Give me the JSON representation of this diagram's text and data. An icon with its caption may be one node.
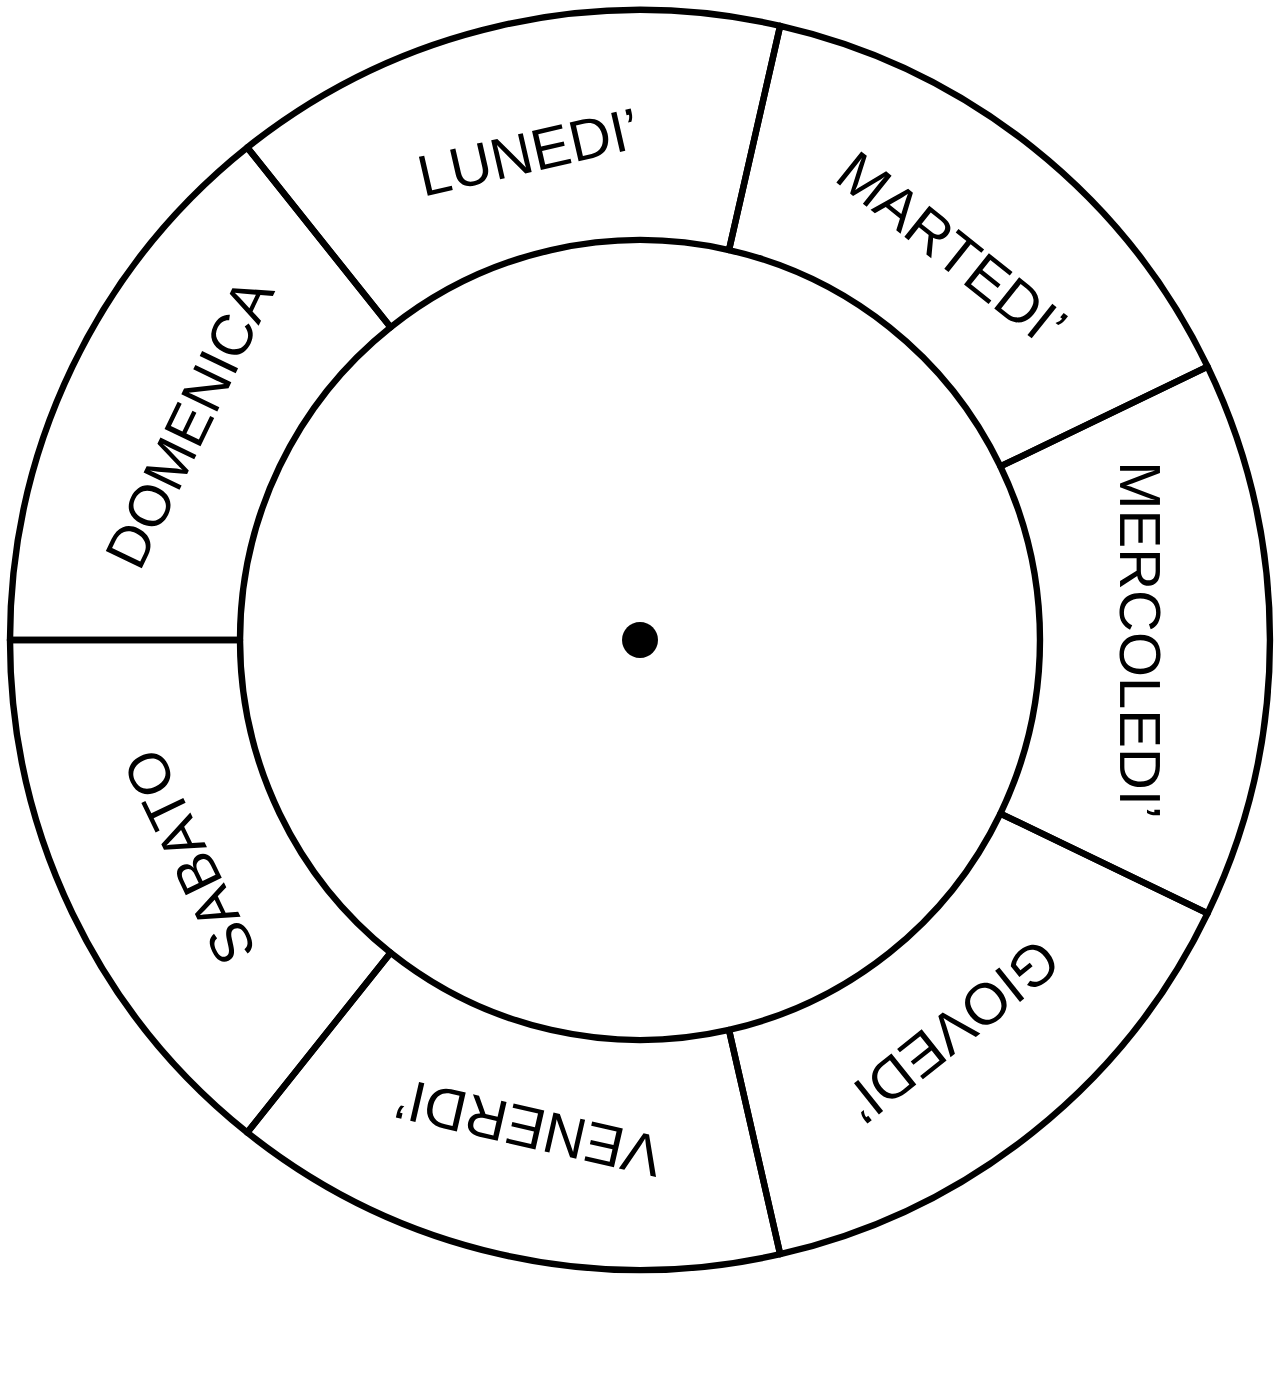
{
  "diagram": {
    "nodes": [
      {
        "text": [
          "LUNEDI’"
        ]
      },
      {
        "text": [
          "MARTEDI’"
        ]
      },
      {
        "text": [
          "MERCOLEDI’"
        ]
      },
      {
        "text": [
          "GIOVEDI’"
        ]
      },
      {
        "text": [
          "VENERDI’"
        ]
      },
      {
        "text": [
          "SABATO"
        ]
      },
      {
        "text": [
          "DOMENICA"
        ]
      }
    ]
  }
}
